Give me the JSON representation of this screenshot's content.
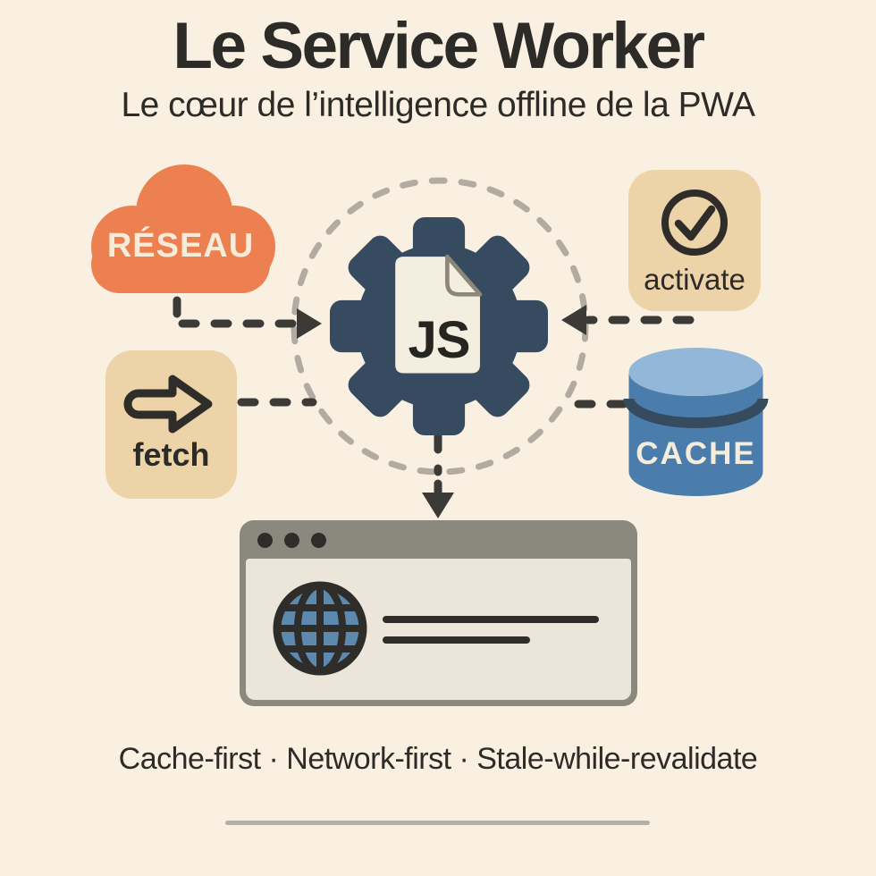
{
  "title": "Le Service Worker",
  "subtitle": "Le cœur de l’intelligence offline de la PWA",
  "center": {
    "file_label": "JS",
    "icon": "gear-icon"
  },
  "nodes": {
    "network": {
      "label": "RÉSEAU",
      "icon": "cloud-icon"
    },
    "activate": {
      "label": "activate",
      "icon": "check-circle-icon"
    },
    "fetch": {
      "label": "fetch",
      "icon": "block-arrow-right-icon"
    },
    "cache": {
      "label": "CACHE",
      "icon": "database-cylinder-icon"
    }
  },
  "browser": {
    "icon": "globe-icon",
    "content_lines": 2
  },
  "footer": {
    "strategies": "Cache-first · Network-first · Stale-while-revalidate"
  },
  "colors": {
    "bg": "#f9f0e1",
    "ink": "#2c2b28",
    "cloud-orange": "#ec8051",
    "badge-beige": "#ecd3a8",
    "gear-navy": "#364b5f",
    "paper": "#f4eee1",
    "fold-gray": "#8d8779",
    "cache-blue": "#4a7dab",
    "cache-top": "#92b7d8",
    "cache-band": "#364c5e",
    "frame-gray": "#8b887d",
    "browser-body": "#ece6da",
    "globe-blue": "#5d89ae",
    "icon-dark": "#2e2d2a",
    "dash-dark": "#3b3a37",
    "dash-light": "#b2aba1",
    "divider": "#b5b0a6",
    "label-cream": "#f7ecda"
  }
}
